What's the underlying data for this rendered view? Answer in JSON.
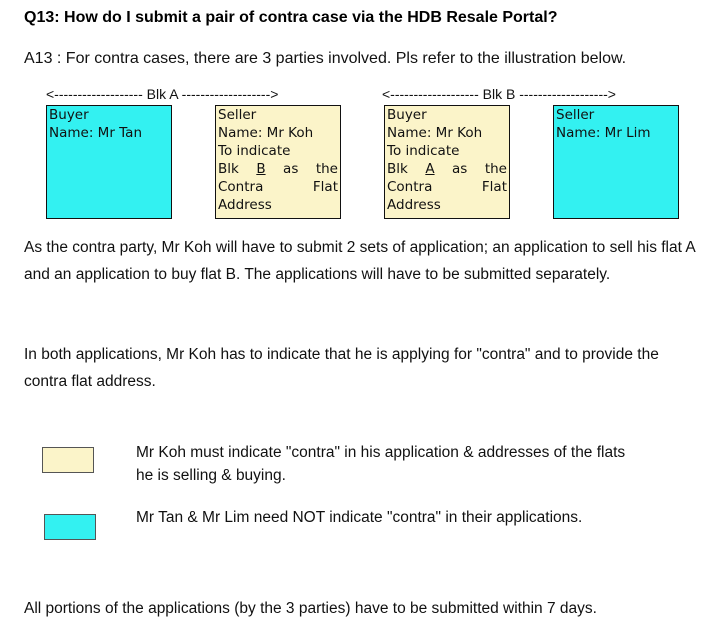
{
  "question": "Q13: How do I submit a pair of contra case via the HDB Resale Portal?",
  "answer_intro": "A13 : For contra cases, there are 3 parties involved. Pls refer to the illustration below.",
  "diagram": {
    "blk_a_arrow": "<------------------- Blk A ------------------->",
    "blk_b_arrow": "<------------------- Blk B ------------------->",
    "box1": {
      "role": "Buyer",
      "name": "Name: Mr Tan"
    },
    "box2": {
      "role": "Seller",
      "name": "Name: Mr Koh",
      "line3": "To indicate",
      "line4a": "Blk",
      "line4b": "B",
      "line4c": "as",
      "line4d": "the",
      "line5a": "Contra",
      "line5b": "Flat",
      "line6": "Address"
    },
    "box3": {
      "role": "Buyer",
      "name": "Name: Mr Koh",
      "line3": "To indicate",
      "line4a": "Blk",
      "line4b": "A",
      "line4c": "as",
      "line4d": "the",
      "line5a": "Contra",
      "line5b": "Flat",
      "line6": "Address"
    },
    "box4": {
      "role": "Seller",
      "name": "Name: Mr Lim"
    }
  },
  "para1": "As the contra party, Mr Koh will have to submit 2 sets of application; an application to sell his flat A and an application to buy flat B. The applications will have to be submitted separately.",
  "para2": "In both applications, Mr Koh has to indicate that he is applying for \"contra\" and to provide the contra flat address.",
  "legend": {
    "cream_text": "Mr Koh must indicate \"contra\" in his application & addresses of the flats he is selling & buying.",
    "cyan_text": "Mr Tan & Mr Lim need NOT indicate \"contra\" in their applications."
  },
  "footer": "All portions of the applications (by the 3 parties) have to be submitted within 7 days.",
  "colors": {
    "cyan": "#33f1f1",
    "cream": "#fbf4c9"
  }
}
